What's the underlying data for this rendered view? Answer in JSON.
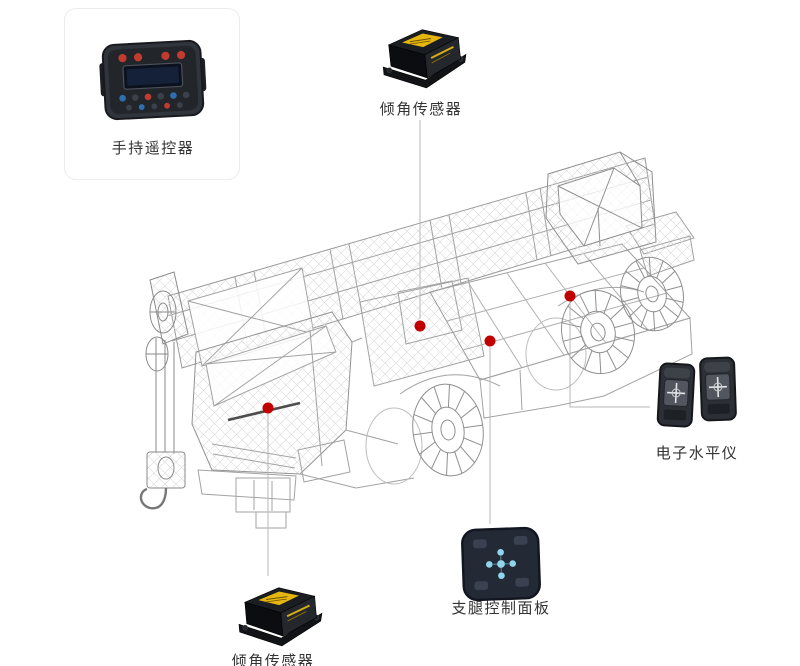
{
  "diagram": {
    "type": "product-installation-diagram",
    "subject": "wireframe-truck-crane-with-sensor-positions"
  },
  "labels": {
    "remote": "手持遥控器",
    "tilt_sensor_top": "倾角传感器",
    "tilt_sensor_bottom": "倾角传感器",
    "electronic_level": "电子水平仪",
    "outrigger_panel": "支腿控制面板"
  },
  "colors": {
    "background": "#ffffff",
    "marker_red": "#c00000",
    "connector_gray": "#b7b7b7",
    "wireframe_gray": "#a3a3a3",
    "label_text": "#333333",
    "sensor_yellow": "#e6b50f",
    "panel_icon_blue": "#8fd6ea"
  },
  "images": {
    "remote_image": "handheld-remote-controller",
    "tilt_top_image": "tilt-sensor-device",
    "tilt_bottom_image": "tilt-sensor-device",
    "level_image": "electronic-level-devices",
    "panel_image": "outrigger-control-panel",
    "crane_image": "wireframe-truck-crane"
  },
  "markers": {
    "count": 4
  }
}
